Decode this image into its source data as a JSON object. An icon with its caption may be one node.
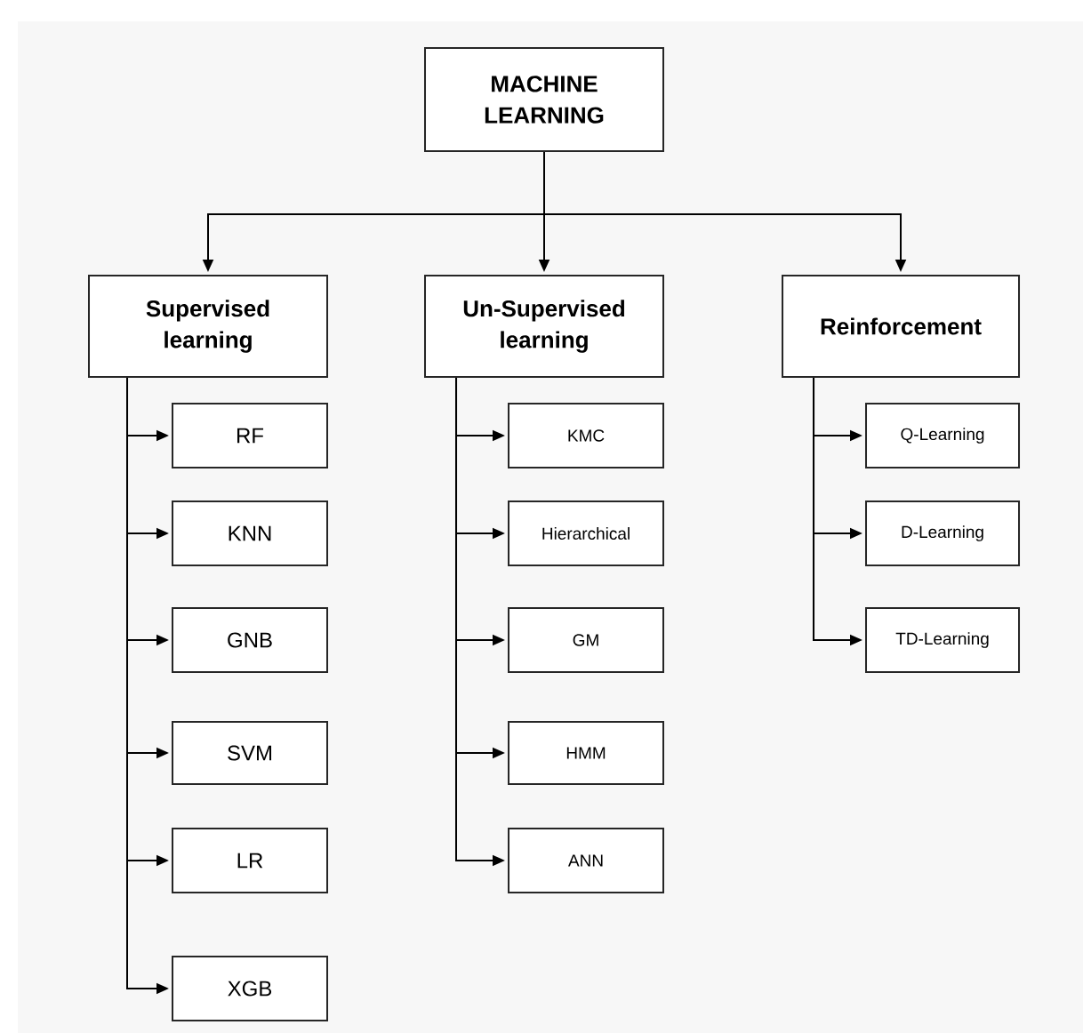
{
  "diagram": {
    "nodes": [
      {
        "text": [
          "MACHINE LEARNING"
        ]
      },
      {
        "text": [
          "Supervised learning"
        ]
      },
      {
        "text": [
          "Un-Supervised learning"
        ]
      },
      {
        "text": [
          "Reinforcement"
        ]
      },
      {
        "text": [
          "RF"
        ]
      },
      {
        "text": [
          "KNN"
        ]
      },
      {
        "text": [
          "GNB"
        ]
      },
      {
        "text": [
          "SVM"
        ]
      },
      {
        "text": [
          "LR"
        ]
      },
      {
        "text": [
          "XGB"
        ]
      },
      {
        "text": [
          "KMC"
        ]
      },
      {
        "text": [
          "Hierarchical"
        ]
      },
      {
        "text": [
          "GM"
        ]
      },
      {
        "text": [
          "HMM"
        ]
      },
      {
        "text": [
          "ANN"
        ]
      },
      {
        "text": [
          "Q-Learning"
        ]
      },
      {
        "text": [
          "D-Learning"
        ]
      },
      {
        "text": [
          "TD-Learning"
        ]
      }
    ],
    "edges": [
      {
        "from": 0,
        "to": 1,
        "arrow": "to"
      },
      {
        "from": 0,
        "to": 2,
        "arrow": "to"
      },
      {
        "from": 0,
        "to": 3,
        "arrow": "to"
      },
      {
        "from": 1,
        "to": 4,
        "arrow": "to"
      },
      {
        "from": 1,
        "to": 5,
        "arrow": "to"
      },
      {
        "from": 1,
        "to": 6,
        "arrow": "to"
      },
      {
        "from": 1,
        "to": 7,
        "arrow": "to"
      },
      {
        "from": 1,
        "to": 8,
        "arrow": "to"
      },
      {
        "from": 1,
        "to": 9,
        "arrow": "to"
      },
      {
        "from": 2,
        "to": 10,
        "arrow": "to"
      },
      {
        "from": 2,
        "to": 11,
        "arrow": "to"
      },
      {
        "from": 2,
        "to": 12,
        "arrow": "to"
      },
      {
        "from": 2,
        "to": 13,
        "arrow": "to"
      },
      {
        "from": 2,
        "to": 14,
        "arrow": "to"
      },
      {
        "from": 3,
        "to": 15,
        "arrow": "to"
      },
      {
        "from": 3,
        "to": 16,
        "arrow": "to"
      },
      {
        "from": 3,
        "to": 17,
        "arrow": "to"
      }
    ]
  }
}
